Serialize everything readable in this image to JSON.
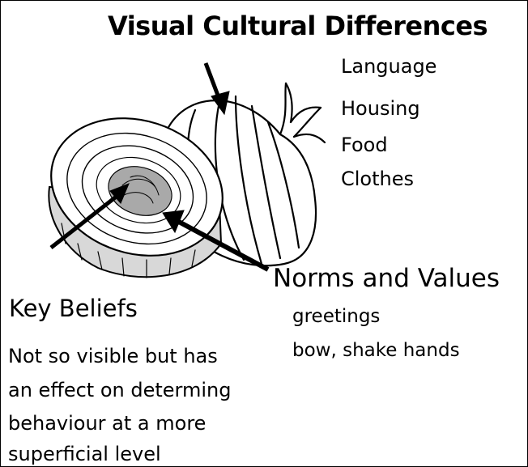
{
  "title": "Visual Cultural Differences",
  "visual_items": [
    "Language",
    "Housing",
    "Food",
    "Clothes"
  ],
  "norms": {
    "heading": "Norms and Values",
    "items": [
      "greetings",
      "bow, shake hands"
    ]
  },
  "beliefs": {
    "heading": "Key Beliefs",
    "lines": [
      "Not so visible but has",
      "an effect on determing",
      "behaviour at a more",
      "superficial level"
    ]
  }
}
